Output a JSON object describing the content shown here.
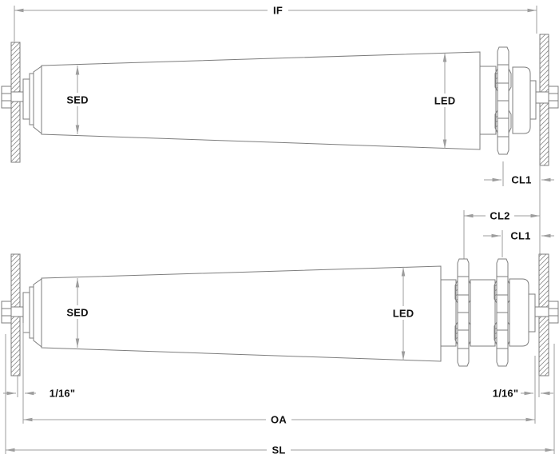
{
  "drawing": {
    "labels": {
      "if": "IF",
      "sed_top": "SED",
      "led_top": "LED",
      "cl1_top": "CL1",
      "cl2": "CL2",
      "cl1_bottom": "CL1",
      "sed_bottom": "SED",
      "led_bottom": "LED",
      "gap_left": "1/16\"",
      "gap_right": "1/16\"",
      "oa": "OA",
      "sl": "SL"
    },
    "colors": {
      "background": "#ffffff",
      "geometry_line": "#7d7d7d",
      "dimension_line": "#9d9d9d",
      "label_text": "#111111"
    }
  }
}
